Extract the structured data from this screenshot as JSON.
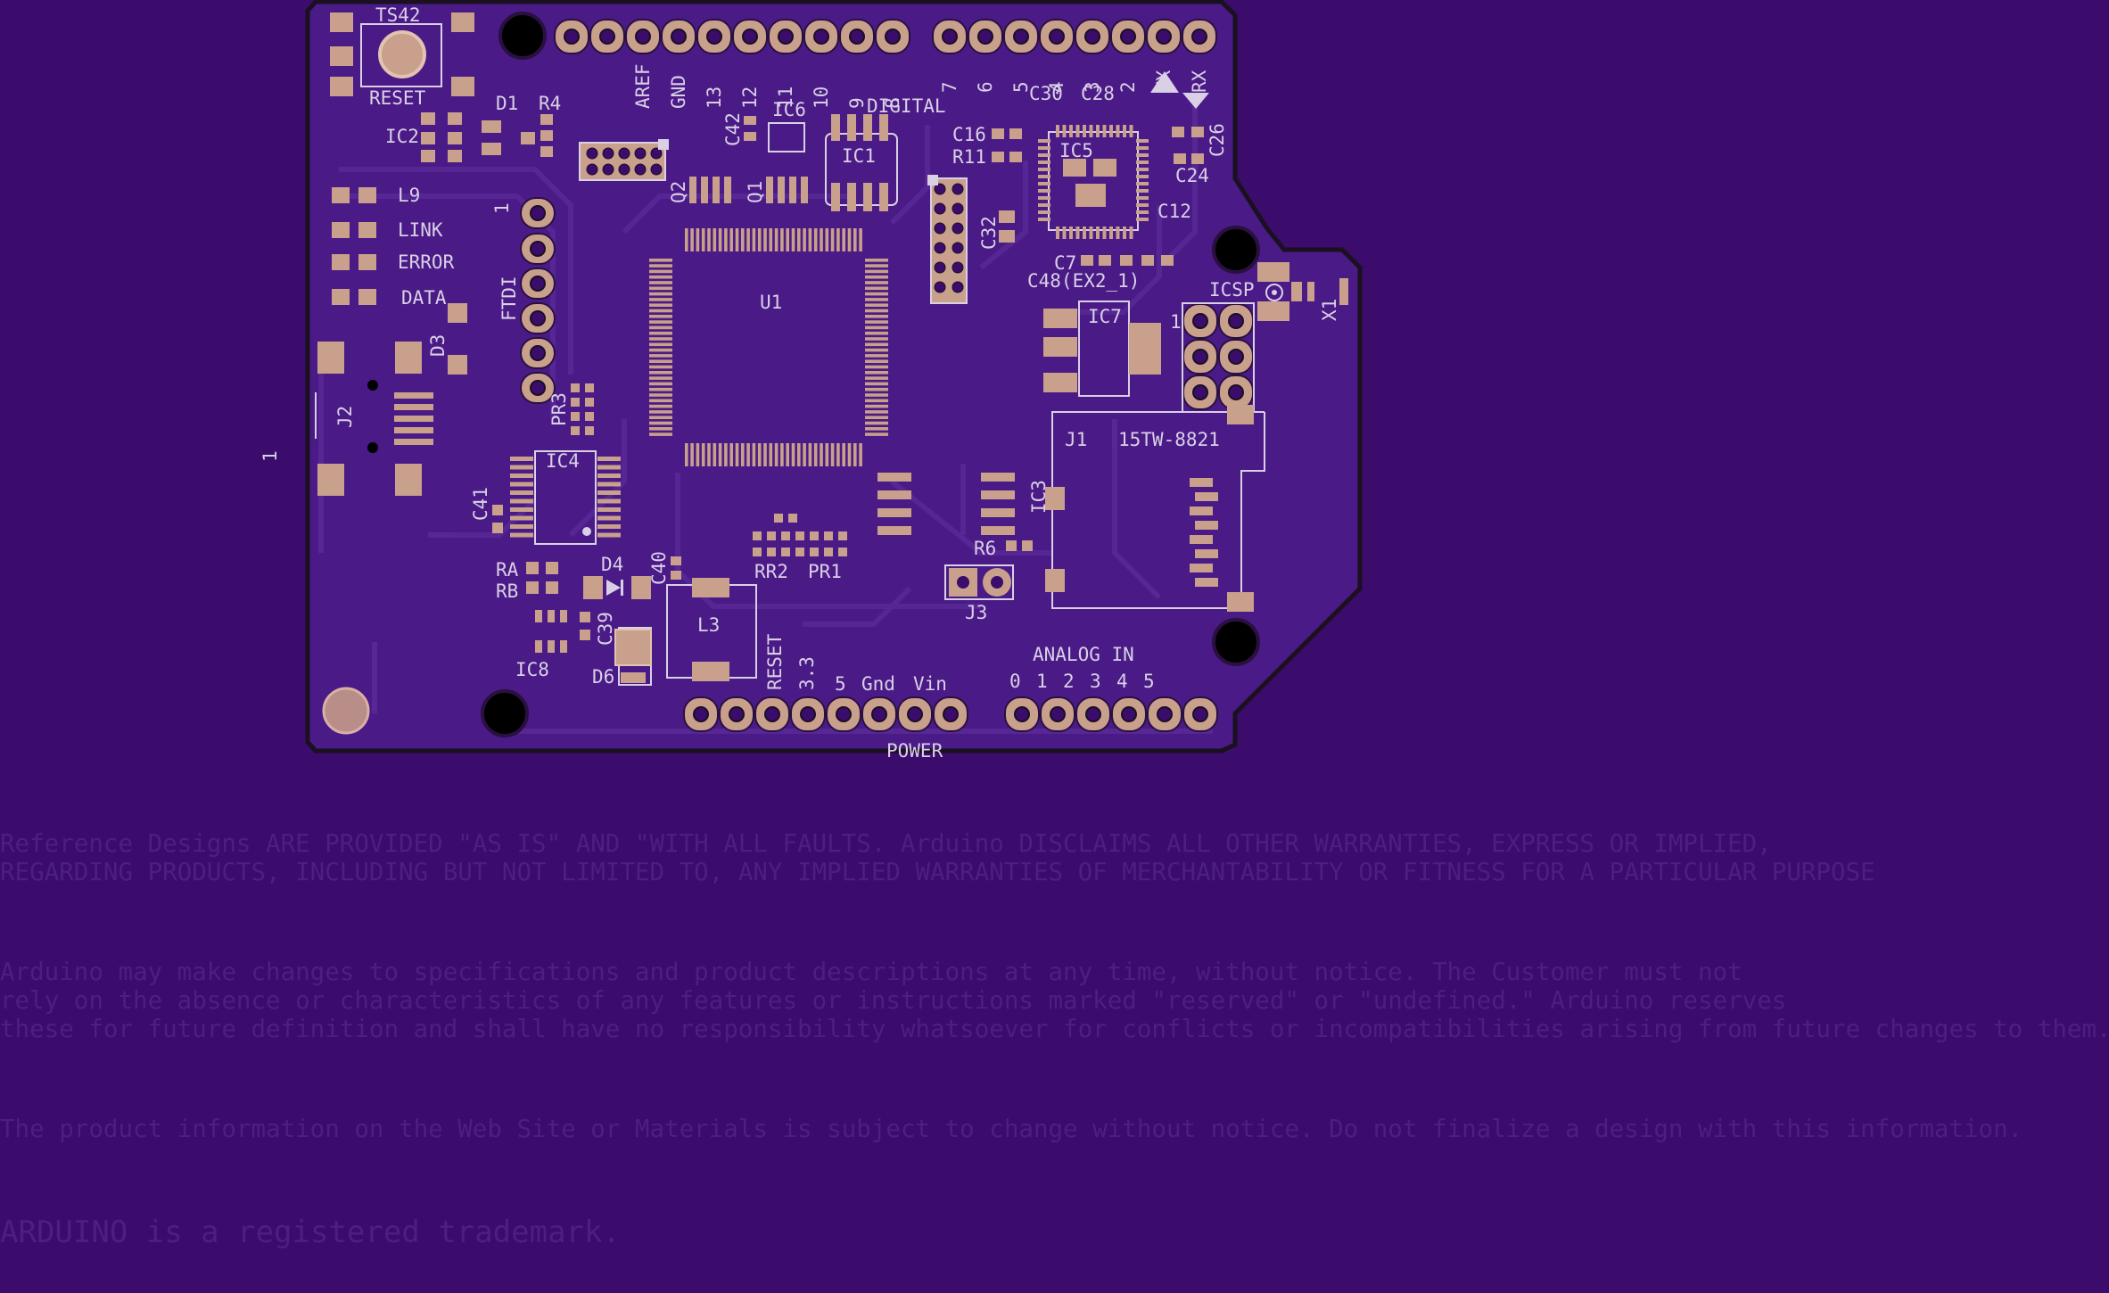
{
  "board": {
    "top_left_labels": {
      "ts": "TS42",
      "reset": "RESET",
      "d1": "D1",
      "r4": "R4",
      "ic2": "IC2"
    },
    "leds": [
      "L9",
      "LINK",
      "ERROR",
      "DATA"
    ],
    "header_labels_left": [
      "AREF",
      "GND",
      "13",
      "12",
      "11",
      "10",
      "9",
      "8"
    ],
    "header_labels_right": [
      "7",
      "6",
      "5",
      "4",
      "3",
      "2",
      "TX",
      "RX"
    ],
    "digital_label": "DIGITAL",
    "components": {
      "ic1": "IC1",
      "ic3": "IC3",
      "ic4": "IC4",
      "ic5": "IC5",
      "ic6": "IC6",
      "ic7": "IC7",
      "ic8": "IC8",
      "u1": "U1",
      "q1": "Q1",
      "q2": "Q2",
      "l3": "L3",
      "j1": "J1",
      "j2": "J2",
      "j3": "J3",
      "x1": "X1",
      "d3": "D3",
      "d4": "D4",
      "d6": "D6",
      "c7": "C7",
      "c12": "C12",
      "c16": "C16",
      "c24": "C24",
      "c26": "C26",
      "c28": "C28",
      "c30": "C30",
      "c32": "C32",
      "c39": "C39",
      "c40": "C40",
      "c41": "C41",
      "c42": "C42",
      "c48": "C48(EX2_1)",
      "r6": "R6",
      "r11": "R11",
      "ra": "RA",
      "rb": "RB",
      "rr2": "RR2",
      "pr1": "PR1",
      "pr3": "PR3",
      "ftdi": "FTDI",
      "icsp": "ICSP",
      "one": "1",
      "part": "15TW-8821",
      "reset_side": "RESET"
    },
    "power_labels": [
      "3.3",
      "5",
      "Gnd",
      "Vin"
    ],
    "power_title": "POWER",
    "analog_title": "ANALOG IN",
    "analog_labels": [
      "0",
      "1",
      "2",
      "3",
      "4",
      "5"
    ],
    "side_one": "1"
  },
  "disclaimer": {
    "p1": [
      "Reference Designs ARE PROVIDED \"AS IS\" AND \"WITH ALL FAULTS. Arduino DISCLAIMS ALL OTHER WARRANTIES, EXPRESS OR IMPLIED,",
      "REGARDING PRODUCTS, INCLUDING BUT NOT LIMITED TO, ANY IMPLIED WARRANTIES OF MERCHANTABILITY OR FITNESS FOR A PARTICULAR PURPOSE"
    ],
    "p2": [
      "Arduino may make changes to specifications and product descriptions at any time, without notice. The Customer must not",
      "rely on the absence or characteristics of any features or instructions marked \"reserved\" or \"undefined.\" Arduino reserves",
      "these for future definition and shall have no responsibility whatsoever for conflicts or incompatibilities arising from future changes to them."
    ],
    "p3": "The product information on the Web Site or Materials is subject to change without notice. Do not finalize a design with this information.",
    "p4": "ARDUINO is a registered trademark."
  },
  "colors": {
    "background": "#3b0c6b",
    "board": "#4a1a86",
    "pad": "#c8a08c",
    "silkscreen": "#d9d0e6",
    "outline": "#1a1020"
  }
}
